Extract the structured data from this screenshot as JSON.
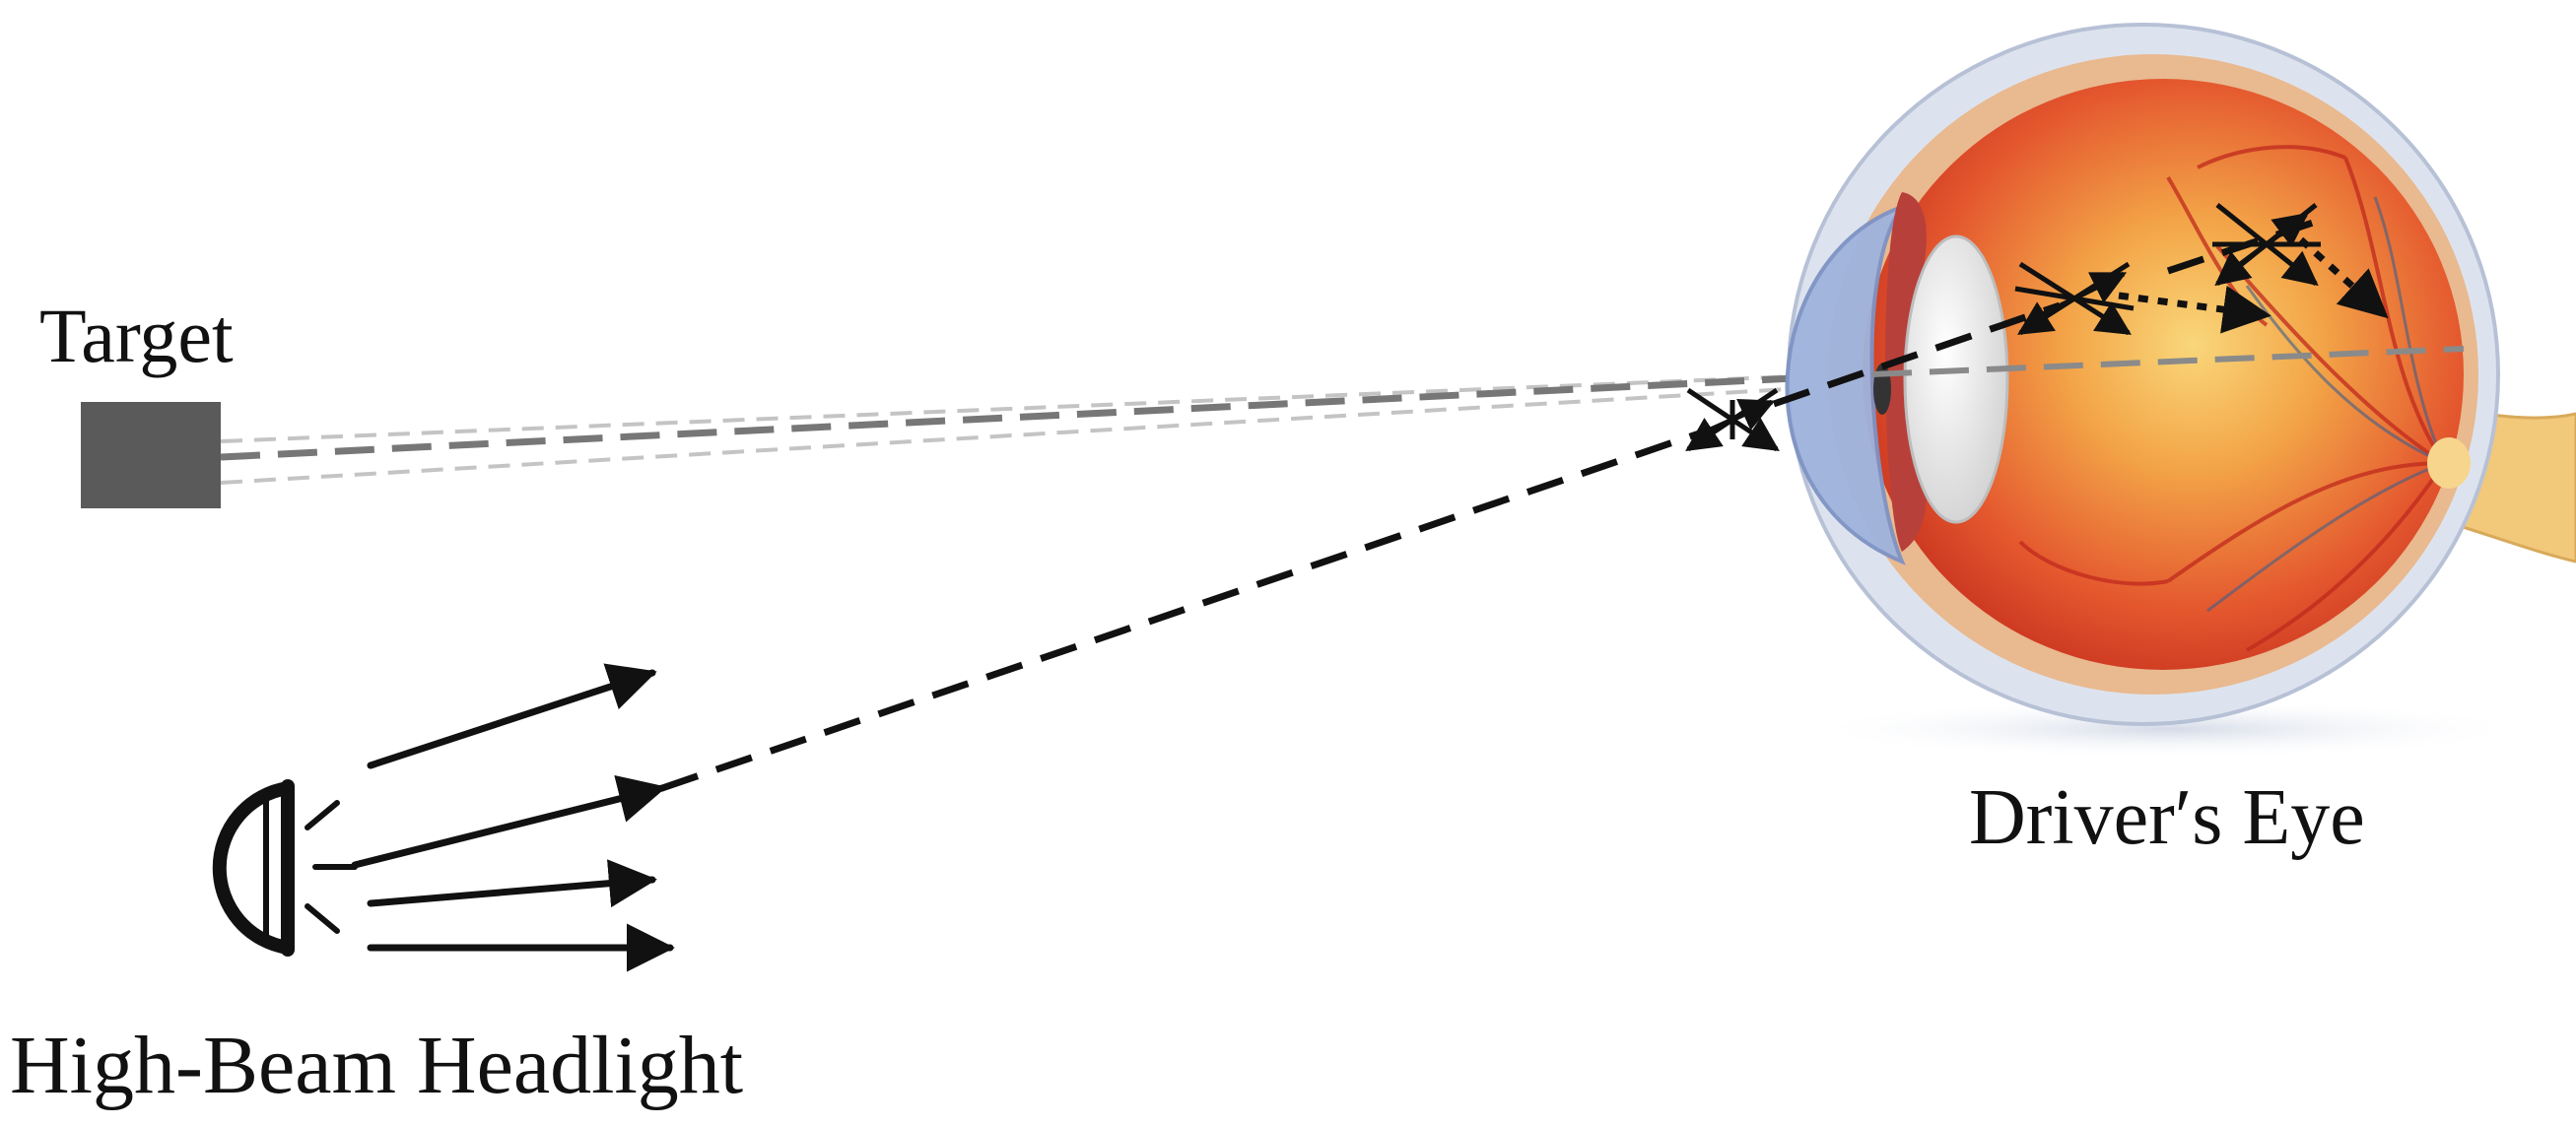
{
  "labels": {
    "target": "Target",
    "eye": "Driver′s Eye",
    "headlight": "High-Beam Headlight"
  },
  "colors": {
    "target_box": "#5a5a5a",
    "sclera_outer": "#dde3ee",
    "retina": "#e14b2a",
    "retina_center": "#f6c35a",
    "lens": "#eeeeee",
    "cornea": "#9fb3dd",
    "optic_nerve": "#f2c87a",
    "vessel": "#c0291d",
    "beam": "#111111",
    "sightline_dark": "#777777",
    "sightline_light": "#c4c4c4"
  },
  "icons": [
    "headlight-icon",
    "human-eye-anatomy-icon",
    "scatter-star-icon",
    "target-box"
  ]
}
